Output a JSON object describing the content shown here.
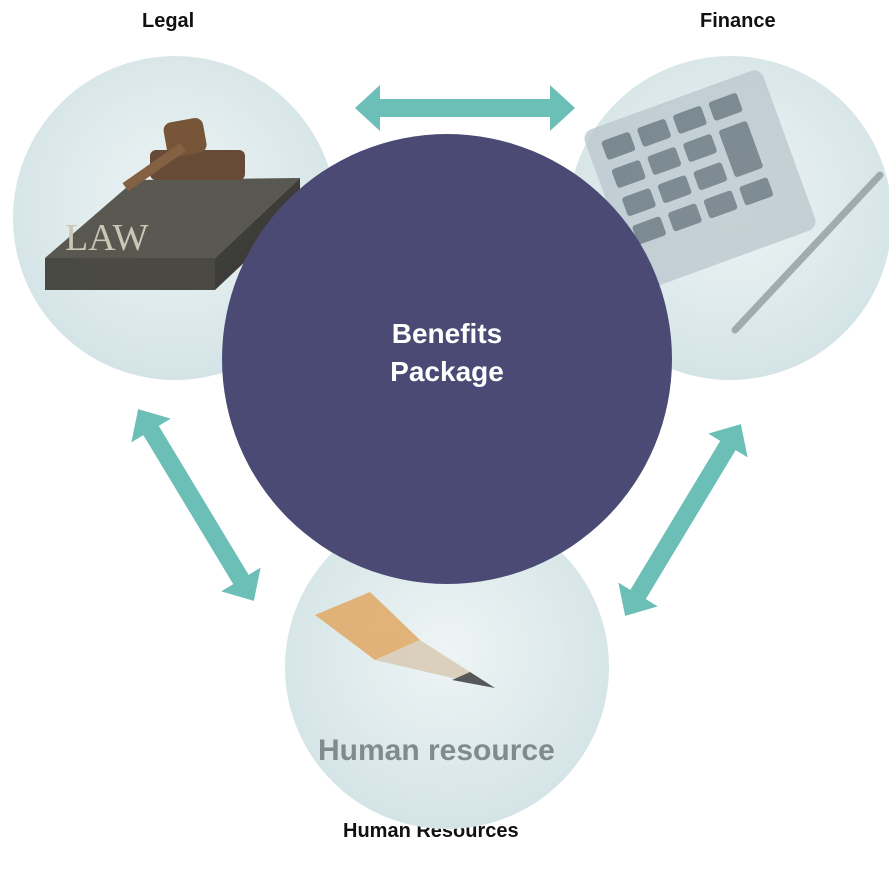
{
  "diagram": {
    "center": {
      "line1": "Benefits",
      "line2": "Package"
    },
    "nodes": {
      "legal": {
        "label": "Legal",
        "image_text": "LAW"
      },
      "finance": {
        "label": "Finance"
      },
      "hr": {
        "label": "Human Resources",
        "image_text": "Human resource"
      }
    },
    "colors": {
      "center_fill": "#4a4a75",
      "arrow": "#6cbfb6",
      "node_bg": "#dde9ea"
    }
  }
}
